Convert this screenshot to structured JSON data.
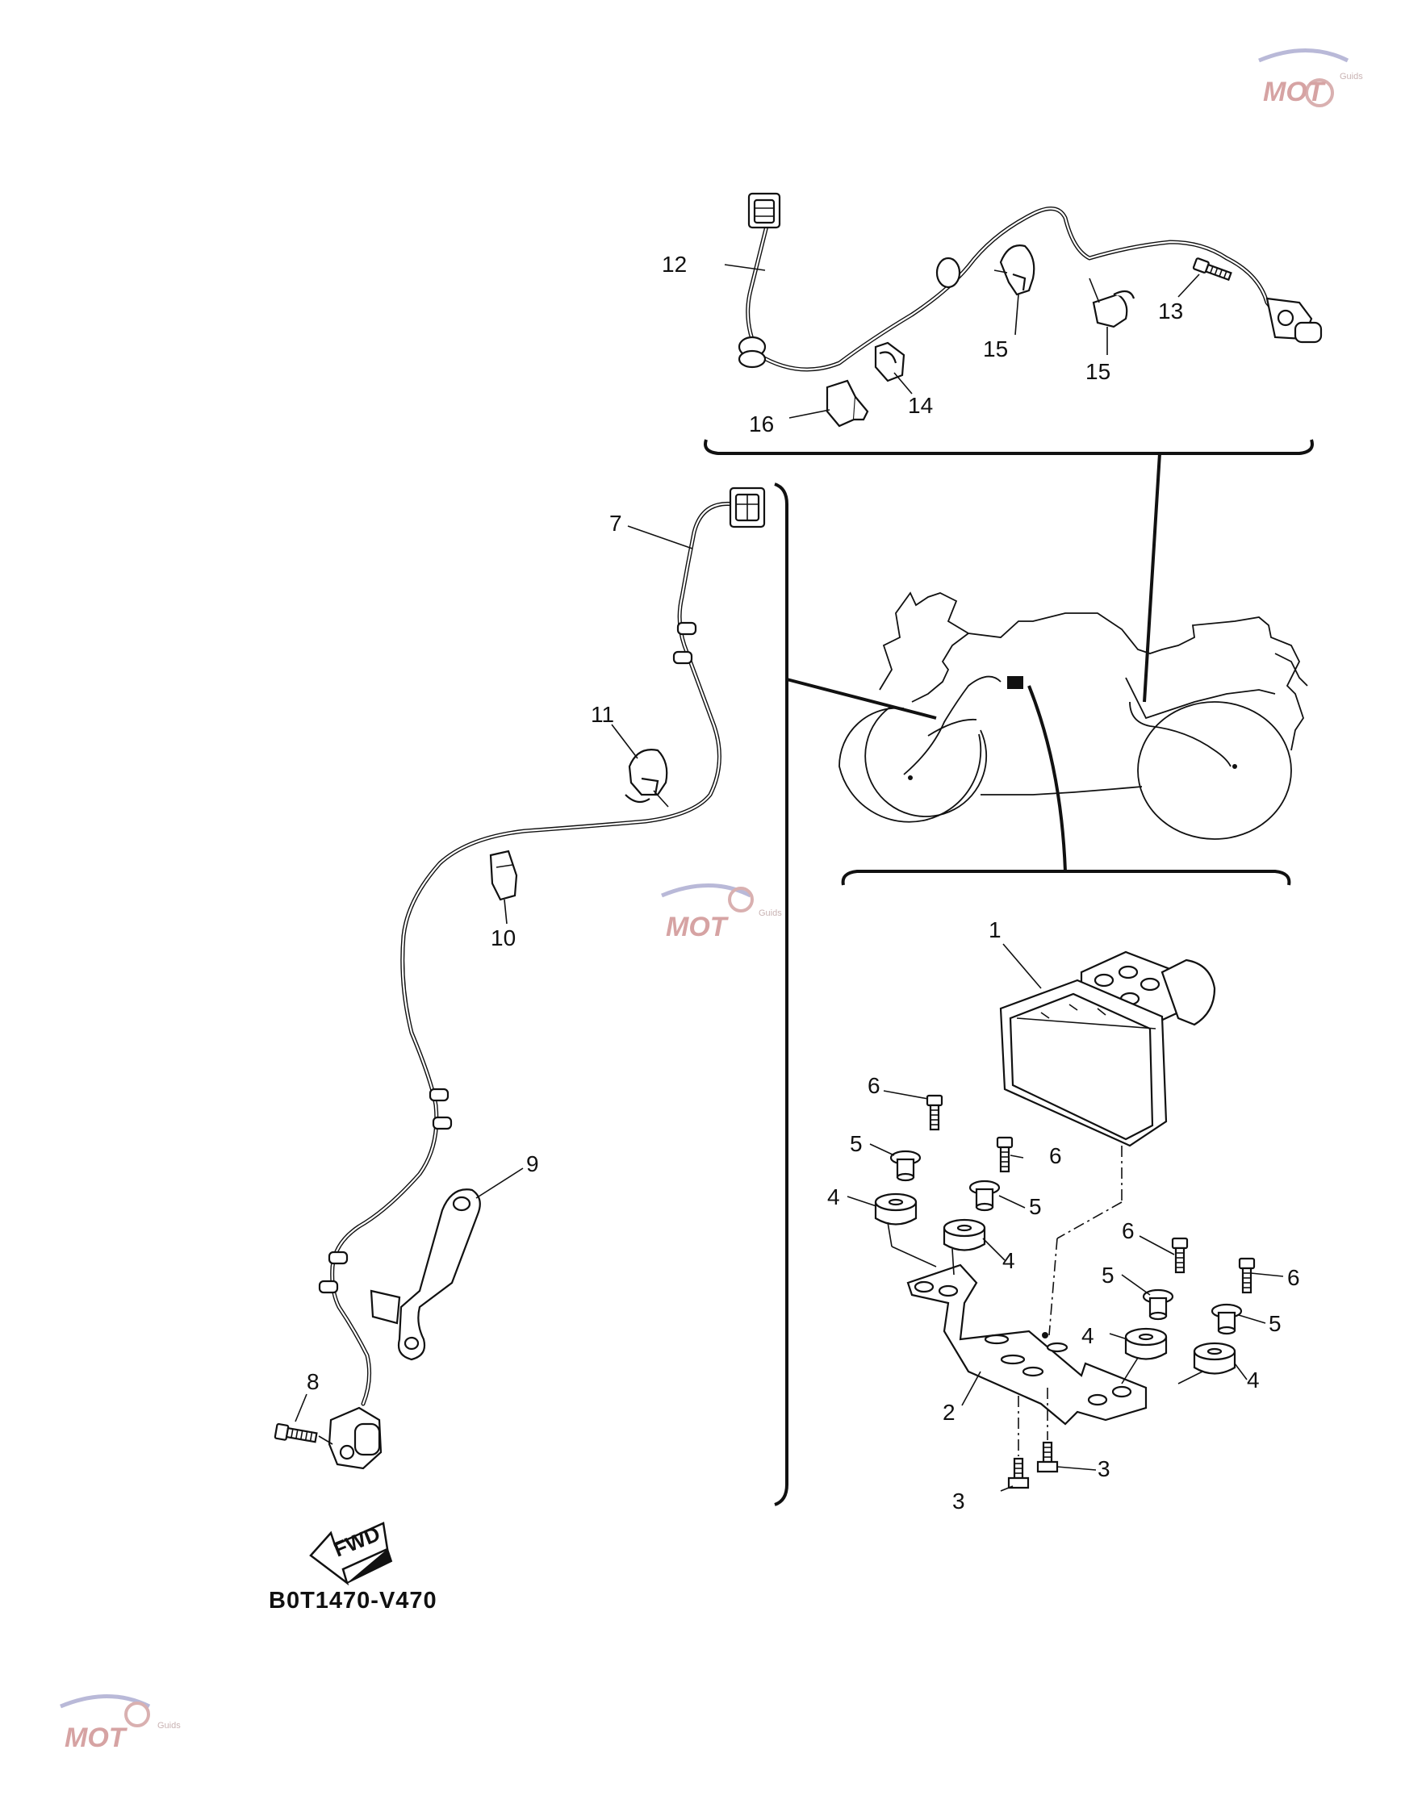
{
  "diagram": {
    "code": "B0T1470-V470",
    "fwd_label": "FWD",
    "callouts": {
      "c1": "1",
      "c2": "2",
      "c3a": "3",
      "c3b": "3",
      "c4a": "4",
      "c4b": "4",
      "c4c": "4",
      "c4d": "4",
      "c5a": "5",
      "c5b": "5",
      "c5c": "5",
      "c5d": "5",
      "c6a": "6",
      "c6b": "6",
      "c6c": "6",
      "c6d": "6",
      "c7": "7",
      "c8": "8",
      "c9": "9",
      "c10": "10",
      "c11": "11",
      "c12": "12",
      "c13": "13",
      "c14": "14",
      "c15a": "15",
      "c15b": "15",
      "c16": "16"
    },
    "watermark": {
      "text": "MOT",
      "subtext": "Guids"
    }
  }
}
